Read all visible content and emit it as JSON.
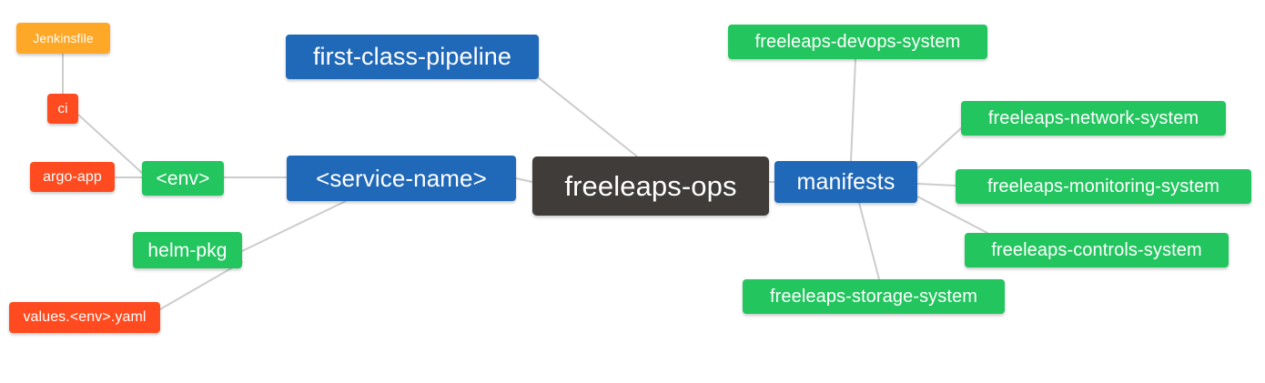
{
  "diagram": {
    "type": "mindmap",
    "title": "freeleaps-ops",
    "background_color": "#ffffff",
    "edge_color": "#cccccc",
    "edge_width": 2
  },
  "colors": {
    "root": "#403c39",
    "blue": "#2068b8",
    "green": "#22c55e",
    "orange": "#ffa726",
    "red": "#ff4b1f",
    "text": "#ffffff"
  },
  "nodes": {
    "root": {
      "label": "freeleaps-ops",
      "color": "root"
    },
    "first_class_pipeline": {
      "label": "first-class-pipeline",
      "color": "blue"
    },
    "service_name": {
      "label": "<service-name>",
      "color": "blue"
    },
    "manifests": {
      "label": "manifests",
      "color": "blue"
    },
    "env": {
      "label": "<env>",
      "color": "green"
    },
    "helm_pkg": {
      "label": "helm-pkg",
      "color": "green"
    },
    "jenkinsfile": {
      "label": "Jenkinsfile",
      "color": "orange"
    },
    "ci": {
      "label": "ci",
      "color": "red"
    },
    "argo_app": {
      "label": "argo-app",
      "color": "red"
    },
    "values_yaml": {
      "label": "values.<env>.yaml",
      "color": "red"
    },
    "devops_system": {
      "label": "freeleaps-devops-system",
      "color": "green"
    },
    "network_system": {
      "label": "freeleaps-network-system",
      "color": "green"
    },
    "monitoring_system": {
      "label": "freeleaps-monitoring-system",
      "color": "green"
    },
    "controls_system": {
      "label": "freeleaps-controls-system",
      "color": "green"
    },
    "storage_system": {
      "label": "freeleaps-storage-system",
      "color": "green"
    }
  },
  "edges": [
    {
      "from": "jenkinsfile",
      "to": "ci"
    },
    {
      "from": "ci",
      "to": "env"
    },
    {
      "from": "argo_app",
      "to": "env"
    },
    {
      "from": "env",
      "to": "service_name"
    },
    {
      "from": "values_yaml",
      "to": "helm_pkg"
    },
    {
      "from": "helm_pkg",
      "to": "service_name"
    },
    {
      "from": "service_name",
      "to": "root"
    },
    {
      "from": "first_class_pipeline",
      "to": "root"
    },
    {
      "from": "root",
      "to": "manifests"
    },
    {
      "from": "manifests",
      "to": "devops_system"
    },
    {
      "from": "manifests",
      "to": "network_system"
    },
    {
      "from": "manifests",
      "to": "monitoring_system"
    },
    {
      "from": "manifests",
      "to": "controls_system"
    },
    {
      "from": "manifests",
      "to": "storage_system"
    }
  ]
}
